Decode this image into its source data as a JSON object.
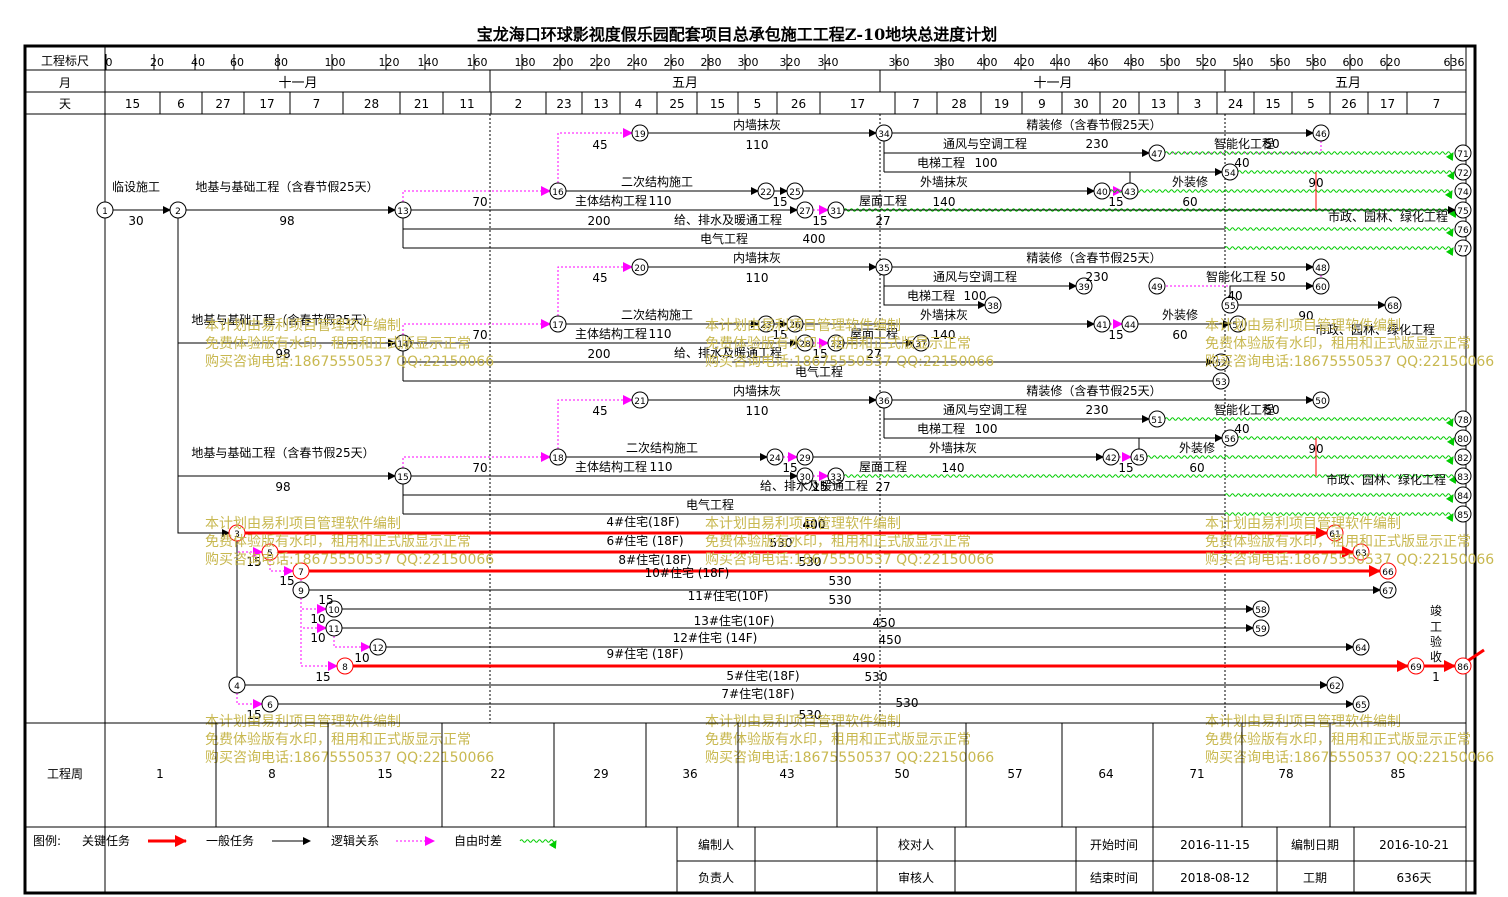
{
  "title": "宝龙海口环球影视度假乐园配套项目总承包施工工程Z-10地块总进度计划",
  "header": {
    "scale_label": "工程标尺",
    "month_label": "月",
    "day_label": "天",
    "scale_ticks": [
      "0",
      "20",
      "40",
      "60",
      "80",
      "100",
      "120",
      "140",
      "160",
      "180",
      "200",
      "220",
      "240",
      "260",
      "280",
      "300",
      "320",
      "340",
      "360",
      "380",
      "400",
      "420",
      "440",
      "460",
      "480",
      "500",
      "520",
      "540",
      "560",
      "580",
      "600",
      "620",
      "636"
    ],
    "months": [
      "十一月",
      "五月",
      "十一月",
      "五月"
    ],
    "days": [
      "15",
      "6",
      "27",
      "17",
      "7",
      "28",
      "21",
      "11",
      "2",
      "23",
      "13",
      "4",
      "25",
      "15",
      "5",
      "26",
      "17",
      "7",
      "28",
      "19",
      "9",
      "30",
      "20",
      "13",
      "3",
      "24",
      "15",
      "5",
      "26",
      "17",
      "7"
    ]
  },
  "tasks": [
    {
      "label": "临设施工",
      "dur": "30"
    },
    {
      "label": "地基与基础工程（含春节假25天）",
      "dur": "98"
    },
    {
      "label": "主体结构工程",
      "dur": "110"
    },
    {
      "label": "二次结构施工",
      "dur": ""
    },
    {
      "label": "内墙抹灰",
      "dur": "110"
    },
    {
      "label": "精装修（含春节假25天）",
      "dur": ""
    },
    {
      "label": "通风与空调工程",
      "dur": "230"
    },
    {
      "label": "电梯工程",
      "dur": "100"
    },
    {
      "label": "外墙抹灰",
      "dur": "140"
    },
    {
      "label": "外装修",
      "dur": "60"
    },
    {
      "label": "屋面工程",
      "dur": "27"
    },
    {
      "label": "给、排水及暖通工程",
      "dur": "200"
    },
    {
      "label": "电气工程",
      "dur": "400"
    },
    {
      "label": "智能化工程",
      "dur": "50"
    },
    {
      "label": "市政、园林、绿化工程",
      "dur": "90"
    },
    {
      "label": "4#住宅(18F)",
      "dur": "530"
    },
    {
      "label": "6#住宅 (18F)",
      "dur": "530"
    },
    {
      "label": "8#住宅(18F)",
      "dur": "530"
    },
    {
      "label": "10#住宅 (18F)",
      "dur": "530"
    },
    {
      "label": "11#住宅(10F)",
      "dur": "450"
    },
    {
      "label": "13#住宅(10F)",
      "dur": "450"
    },
    {
      "label": "12#住宅 (14F)",
      "dur": "490"
    },
    {
      "label": "9#住宅 (18F)",
      "dur": "490"
    },
    {
      "label": "5#住宅(18F)",
      "dur": "530"
    },
    {
      "label": "7#住宅(18F)",
      "dur": "530"
    },
    {
      "label": "竣工验收",
      "dur": "1"
    }
  ],
  "small_nums": [
    "45",
    "70",
    "15",
    "27",
    "10",
    "40",
    "200",
    "400",
    "230"
  ],
  "watermark": [
    "本计划由易利项目管理软件编制",
    "免费体验版有水印，租用和正式版显示正常",
    "购买咨询电话:18675550537 QQ:22150066"
  ],
  "weeks_label": "工程周",
  "weeks": [
    "1",
    "8",
    "15",
    "22",
    "29",
    "36",
    "43",
    "50",
    "57",
    "64",
    "71",
    "78",
    "85"
  ],
  "legend": {
    "label": "图例:",
    "critical": "关键任务",
    "normal": "一般任务",
    "logic": "逻辑关系",
    "float": "自由时差"
  },
  "info": {
    "editor_label": "编制人",
    "editor": "",
    "checker_label": "校对人",
    "checker": "",
    "start_label": "开始时间",
    "start": "2016-11-15",
    "date_label": "编制日期",
    "date": "2016-10-21",
    "manager_label": "负责人",
    "manager": "",
    "reviewer_label": "审核人",
    "reviewer": "",
    "end_label": "结束时间",
    "end": "2018-08-12",
    "period_label": "工期",
    "period": "636天"
  },
  "colors": {
    "critical": "#ff0000",
    "normal": "#000000",
    "float_dash": "#ff00ff",
    "float_wave": "#00cc00",
    "watermark": "#c8b850",
    "grid": "#000000"
  }
}
